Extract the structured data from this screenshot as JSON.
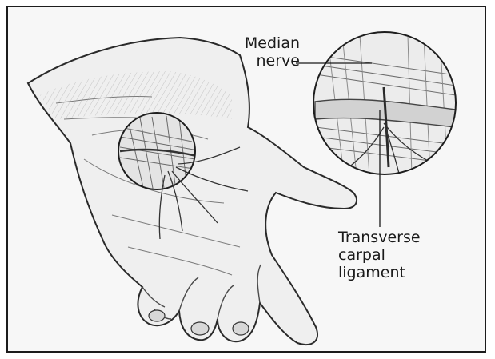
{
  "labels": {
    "median_line1": "Median",
    "median_line2": "nerve",
    "carpal_line1": "Transverse",
    "carpal_line2": "carpal",
    "carpal_line3": "ligament"
  }
}
